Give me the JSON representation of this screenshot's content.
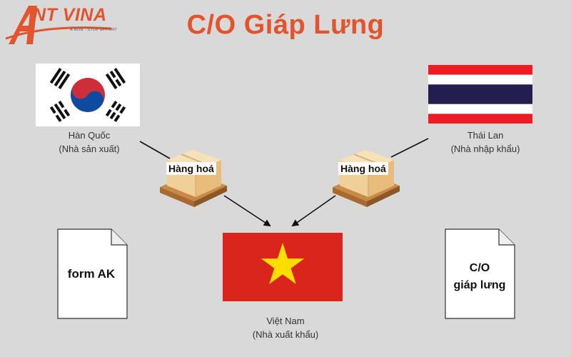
{
  "title": "C/O Giáp Lưng",
  "logo": {
    "word": "NT VINA",
    "tagline": "A NON - STOP EFFORT"
  },
  "colors": {
    "accent": "#e2542d",
    "background": "#d9d9d9",
    "kr_red": "#cd2e3a",
    "kr_blue": "#0f4aa1",
    "th_red": "#ed1c24",
    "th_blue": "#241d4f",
    "vn_red": "#da251d",
    "vn_star": "#ffdd00"
  },
  "countries": {
    "korea": {
      "name": "Hàn Quốc",
      "role": "(Nhà sản xuất)",
      "flag": "south-korea-flag"
    },
    "thailand": {
      "name": "Thái Lan",
      "role": "(Nhà nhập khẩu)",
      "flag": "thailand-flag"
    },
    "vietnam": {
      "name": "Việt Nam",
      "role": "(Nhà xuất khẩu)",
      "flag": "vietnam-flag"
    }
  },
  "goods": {
    "left_label": "Hàng hoá",
    "right_label": "Hàng hoá",
    "icon": "pallet-boxes-icon"
  },
  "documents": {
    "left": {
      "line1": "form AK",
      "icon": "document-icon"
    },
    "right": {
      "line1": "C/O",
      "line2": "giáp lưng",
      "icon": "document-icon"
    }
  }
}
